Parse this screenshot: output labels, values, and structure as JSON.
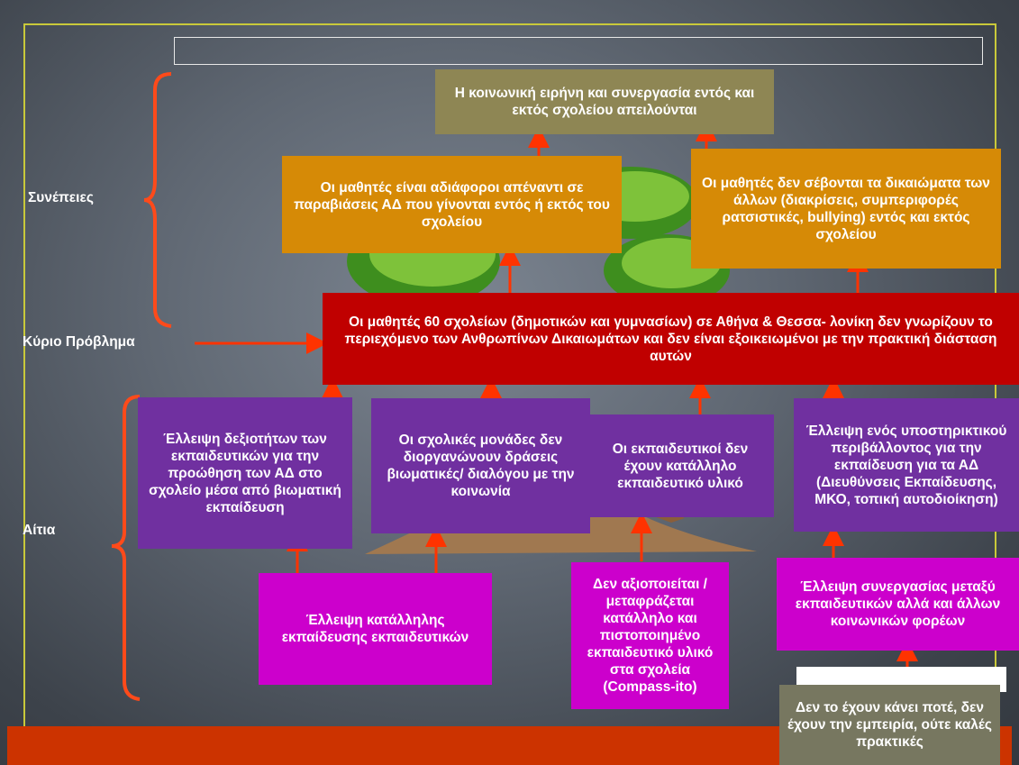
{
  "labels": {
    "consequences": "Συνέπειες",
    "main_problem": "Κύριο Πρόβλημα",
    "causes": "Αίτια"
  },
  "boxes": {
    "top_consequence": "Η κοινωνική ειρήνη και συνεργασία εντός και εκτός σχολείου απειλούνται",
    "consequence_left": "Οι μαθητές είναι αδιάφοροι απέναντι σε παραβιάσεις ΑΔ που γίνονται εντός ή εκτός του σχολείου",
    "consequence_right": "Οι μαθητές δεν σέβονται τα δικαιώματα των άλλων (διακρίσεις, συμπεριφορές ρατσιστικές, bullying)  εντός και εκτός σχολείου",
    "main_problem": "Οι μαθητές 60 σχολείων (δημοτικών και γυμνασίων) σε Αθήνα & Θεσσα- λονίκη δεν γνωρίζουν το περιεχόμενο των Ανθρωπίνων Δικαιωμάτων  και δεν είναι εξοικειωμένοι με την πρακτική διάσταση αυτών",
    "cause_1": "Έλλειψη δεξιοτήτων των εκπαιδευτικών για την προώθηση των ΑΔ στο σχολείο μέσα από βιωματική εκπαίδευση",
    "cause_2": "Οι σχολικές μονάδες δεν διοργανώνουν δράσεις βιωματικές/ διαλόγου με την κοινωνία",
    "cause_3": "Οι εκπαιδευτικοί δεν έχουν κατάλληλο εκπαιδευτικό υλικό",
    "cause_4": "Έλλειψη ενός υποστηρικτικού περιβάλλοντος για την εκπαίδευση για τα ΑΔ (Διευθύνσεις Εκπαίδευσης, ΜΚΟ, τοπική αυτοδιοίκηση)",
    "root_1": "Έλλειψη κατάλληλης εκπαίδευσης εκπαιδευτικών",
    "root_2": "Δεν αξιοποιείται / μεταφράζεται κατάλληλο και πιστοποιημένο εκπαιδευτικό υλικό στα σχολεία (Compass-ito)",
    "root_3": "Έλλειψη συνεργασίας μεταξύ εκπαιδευτικών αλλά και άλλων κοινωνικών φορέων",
    "root_4": "Δεν το έχουν κάνει ποτέ, δεν έχουν την εμπειρία, ούτε καλές πρακτικές"
  },
  "colors": {
    "background": "#5f6772",
    "frame": "#c9c93a",
    "arrow": "#ff3300",
    "brace": "#ff4a1a",
    "bottom_bar": "#cc3300"
  }
}
